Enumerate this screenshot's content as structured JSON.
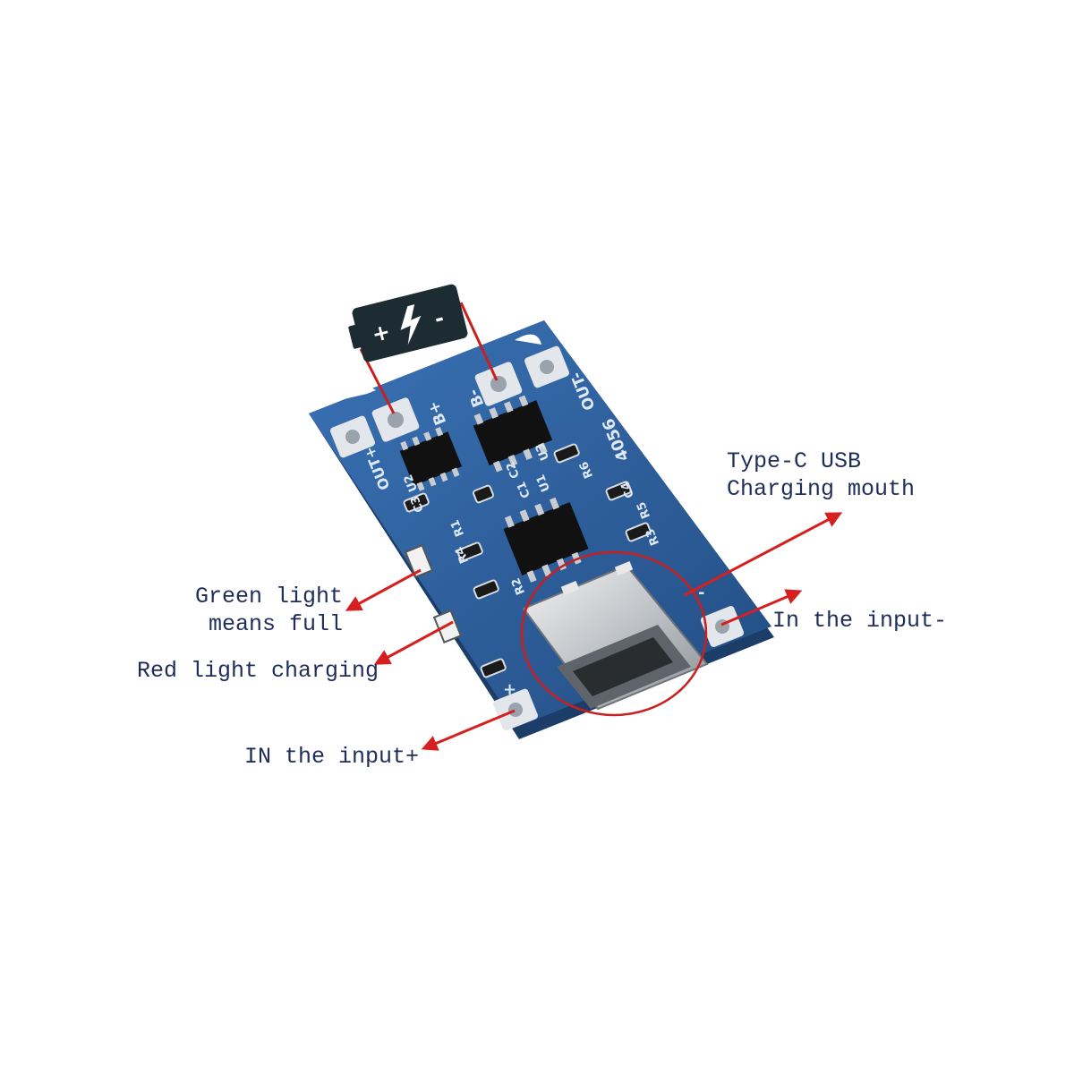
{
  "callouts": {
    "type_c": {
      "line1": "Type-C USB",
      "line2": "Charging mouth"
    },
    "green_light": {
      "line1": "Green light",
      "line2": "means full"
    },
    "red_light": "Red light charging",
    "in_minus": "In the input-",
    "in_plus": "IN the input+"
  },
  "board_labels": {
    "b_plus": "B+",
    "b_minus": "B-",
    "out_minus": "OUT-",
    "out_plus": "OUT+",
    "model": "4056",
    "u1": "U1",
    "u2": "U2",
    "u3": "U3",
    "r1": "R1",
    "r2": "R2",
    "r3": "R3",
    "r4": "R4",
    "r5": "R5",
    "r6": "R6",
    "c1": "C1",
    "c2": "C2",
    "c3": "C3",
    "c4": "C4",
    "in_minus": "-",
    "in_plus": "+"
  },
  "battery_icon": {
    "plus": "+",
    "minus": "-",
    "symbol": "lightning-icon"
  },
  "colors": {
    "arrow": "#d62020",
    "label_text": "#1f2d5a",
    "pcb": "#2c5e9c",
    "battery": "#1d2b33"
  }
}
